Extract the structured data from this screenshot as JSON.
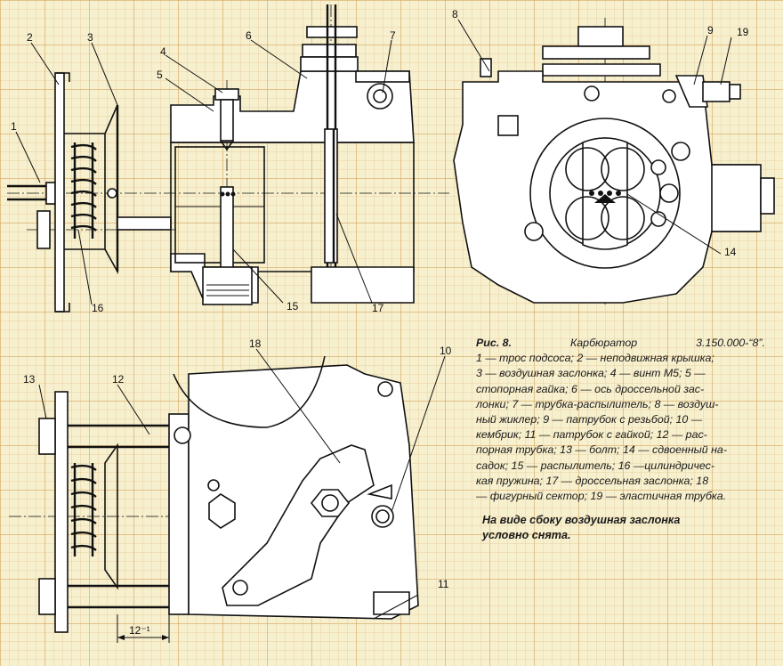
{
  "figure": {
    "number": "Рис. 8.",
    "title": "Карбюратор",
    "model": "3.150.000-“8”.",
    "caption_lines": [
      "1 — трос подсоса; 2 — неподвижная крышка;",
      "3 — воздушная заслонка; 4 — винт М5; 5 —",
      "стопорная гайка; 6 — ось дроссельной зас-",
      "лонки; 7 — трубка-распылитель; 8 — воздуш-",
      "ный жиклер; 9 — патрубок с резьбой; 10 —",
      "кембрик; 11 — патрубок с гайкой; 12 — рас-",
      "порная трубка; 13 — болт; 14 — сдвоенный на-",
      "садок; 15 — распылитель; 16 —цилиндричес-",
      "кая пружина; 17 — дроссельная заслонка; 18",
      "— фигурный сектор; 19 — эластичная трубка."
    ],
    "note_lines": [
      "На виде сбоку воздушная заслонка",
      "условно снята."
    ],
    "dimension_label": "12⁻¹"
  },
  "callouts": {
    "n1": "1",
    "n2": "2",
    "n3": "3",
    "n4": "4",
    "n5": "5",
    "n6": "6",
    "n7": "7",
    "n8": "8",
    "n9": "9",
    "n10": "10",
    "n11": "11",
    "n12": "12",
    "n13": "13",
    "n14": "14",
    "n15": "15",
    "n16": "16",
    "n17": "17",
    "n18": "18",
    "n19": "19"
  },
  "colors": {
    "paper": "#f7f0cf",
    "grid": "#d6a860",
    "ink": "#111111"
  }
}
